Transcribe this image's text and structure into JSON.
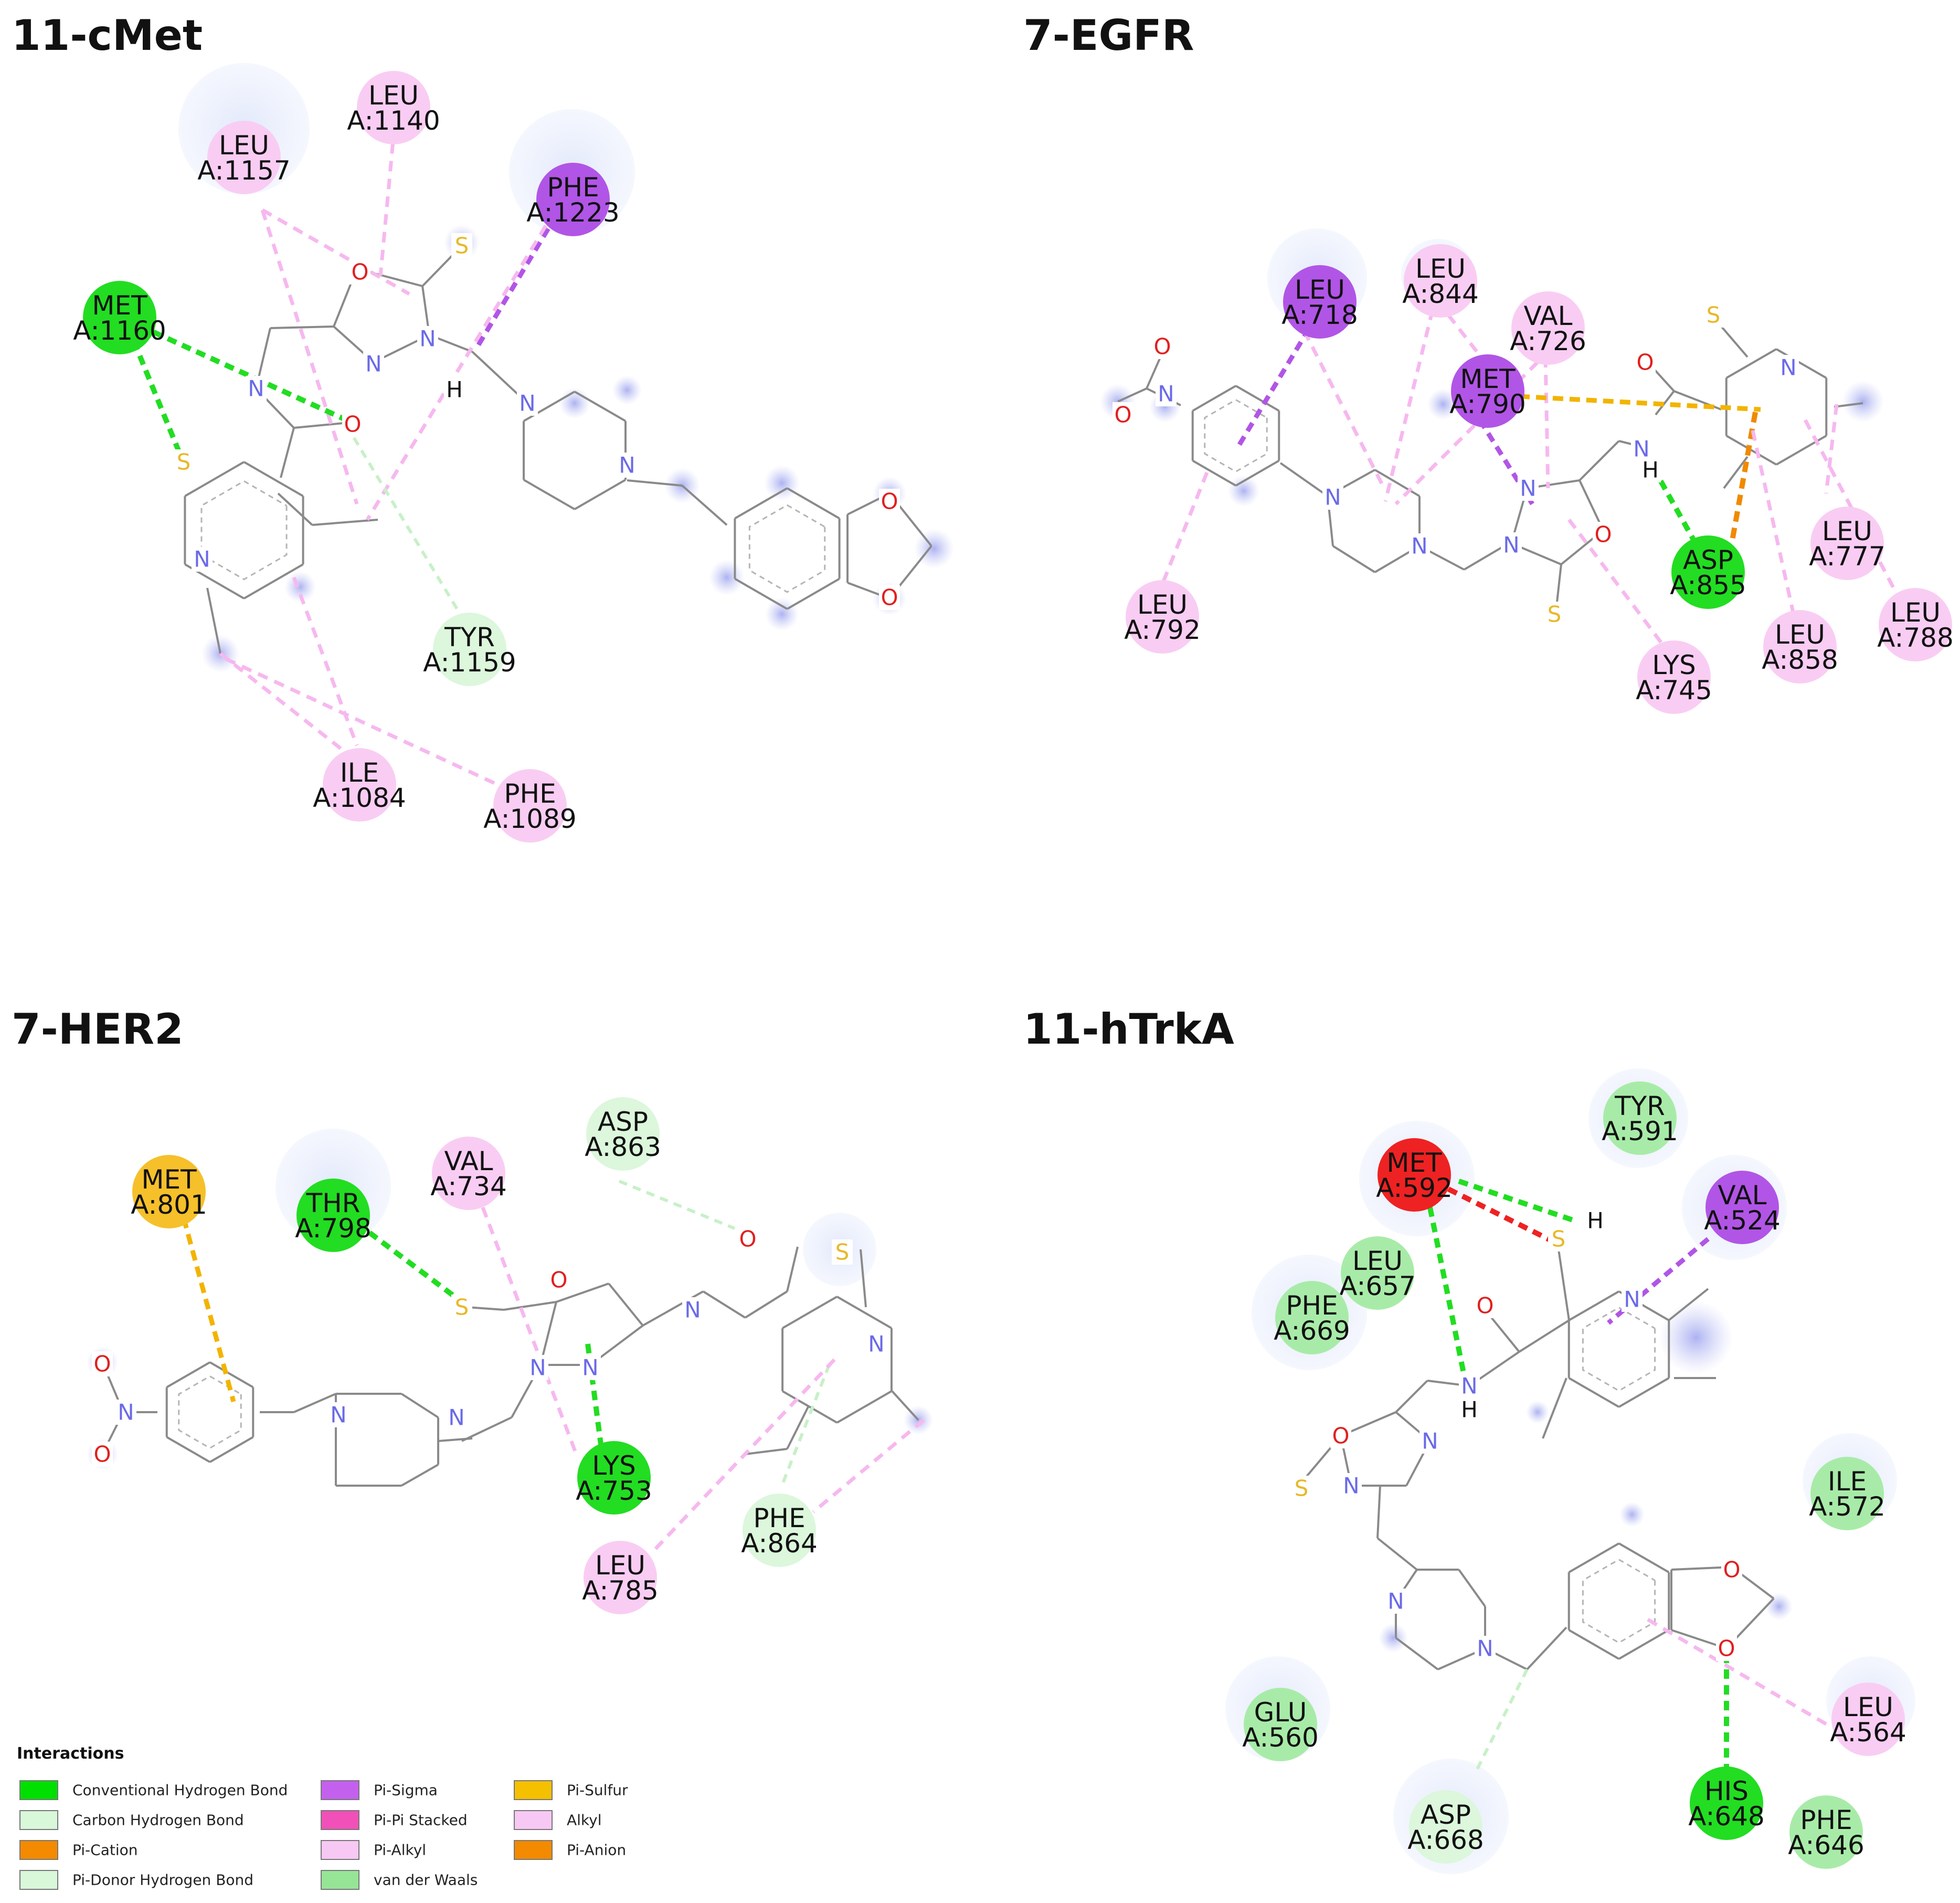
{
  "panels": [
    {
      "title": "11-cMet",
      "residues": [
        {
          "id": "LEU",
          "pos": "A:1140",
          "type": "alkyl"
        },
        {
          "id": "LEU",
          "pos": "A:1157",
          "type": "alkyl"
        },
        {
          "id": "PHE",
          "pos": "A:1223",
          "type": "pi-sigma"
        },
        {
          "id": "MET",
          "pos": "A:1160",
          "type": "hbond"
        },
        {
          "id": "TYR",
          "pos": "A:1159",
          "type": "carbon-hbond"
        },
        {
          "id": "ILE",
          "pos": "A:1084",
          "type": "alkyl"
        },
        {
          "id": "PHE",
          "pos": "A:1089",
          "type": "alkyl"
        }
      ]
    },
    {
      "title": "7-EGFR",
      "residues": [
        {
          "id": "LEU",
          "pos": "A:718",
          "type": "pi-sigma"
        },
        {
          "id": "LEU",
          "pos": "A:844",
          "type": "alkyl"
        },
        {
          "id": "VAL",
          "pos": "A:726",
          "type": "alkyl"
        },
        {
          "id": "MET",
          "pos": "A:790",
          "type": "pi-sigma"
        },
        {
          "id": "LEU",
          "pos": "A:792",
          "type": "alkyl"
        },
        {
          "id": "ASP",
          "pos": "A:855",
          "type": "hbond"
        },
        {
          "id": "LEU",
          "pos": "A:777",
          "type": "alkyl"
        },
        {
          "id": "LEU",
          "pos": "A:858",
          "type": "alkyl"
        },
        {
          "id": "LEU",
          "pos": "A:788",
          "type": "alkyl"
        },
        {
          "id": "LYS",
          "pos": "A:745",
          "type": "alkyl"
        }
      ]
    },
    {
      "title": "7-HER2",
      "residues": [
        {
          "id": "MET",
          "pos": "A:801",
          "type": "pi-sulfur"
        },
        {
          "id": "THR",
          "pos": "A:798",
          "type": "hbond"
        },
        {
          "id": "VAL",
          "pos": "A:734",
          "type": "alkyl"
        },
        {
          "id": "ASP",
          "pos": "A:863",
          "type": "carbon-hbond"
        },
        {
          "id": "LYS",
          "pos": "A:753",
          "type": "hbond"
        },
        {
          "id": "PHE",
          "pos": "A:864",
          "type": "carbon-hbond"
        },
        {
          "id": "LEU",
          "pos": "A:785",
          "type": "alkyl"
        }
      ]
    },
    {
      "title": "11-hTrkA",
      "residues": [
        {
          "id": "TYR",
          "pos": "A:591",
          "type": "vdw"
        },
        {
          "id": "MET",
          "pos": "A:592",
          "type": "unfavorable"
        },
        {
          "id": "VAL",
          "pos": "A:524",
          "type": "pi-sigma"
        },
        {
          "id": "LEU",
          "pos": "A:657",
          "type": "vdw"
        },
        {
          "id": "PHE",
          "pos": "A:669",
          "type": "vdw"
        },
        {
          "id": "ILE",
          "pos": "A:572",
          "type": "vdw"
        },
        {
          "id": "GLU",
          "pos": "A:560",
          "type": "vdw"
        },
        {
          "id": "LEU",
          "pos": "A:564",
          "type": "alkyl"
        },
        {
          "id": "HIS",
          "pos": "A:648",
          "type": "hbond"
        },
        {
          "id": "ASP",
          "pos": "A:668",
          "type": "carbon-hbond"
        },
        {
          "id": "PHE",
          "pos": "A:646",
          "type": "vdw"
        }
      ]
    }
  ],
  "atoms": {
    "O": "O",
    "N": "N",
    "S": "S",
    "H": "H"
  },
  "legend": {
    "title": "Interactions",
    "items": [
      {
        "label": "Conventional Hydrogen Bond",
        "color": "#00e000"
      },
      {
        "label": "Carbon Hydrogen Bond",
        "color": "#d9f7d9"
      },
      {
        "label": "Pi-Cation",
        "color": "#f38a00"
      },
      {
        "label": "Pi-Donor Hydrogen Bond",
        "color": "#d9f7d9"
      },
      {
        "label": "Pi-Sigma",
        "color": "#c460ee"
      },
      {
        "label": "Pi-Pi Stacked",
        "color": "#f050b8"
      },
      {
        "label": "Pi-Alkyl",
        "color": "#f8c8f4"
      },
      {
        "label": "van der Waals",
        "color": "#96e596"
      },
      {
        "label": "Pi-Sulfur",
        "color": "#f5c000"
      },
      {
        "label": "Alkyl",
        "color": "#f8c8f4"
      },
      {
        "label": "Pi-Anion",
        "color": "#f38a00"
      }
    ]
  },
  "colors": {
    "hbond": "#22dd22",
    "carbon-hbond": "#dcf7dc",
    "vdw": "#a8eba8",
    "alkyl": "#f9cdf3",
    "pi-sigma": "#b155e6",
    "pi-sulfur": "#f5c02a",
    "unfavorable": "#ee2222",
    "pi-anion": "#f08a00"
  }
}
